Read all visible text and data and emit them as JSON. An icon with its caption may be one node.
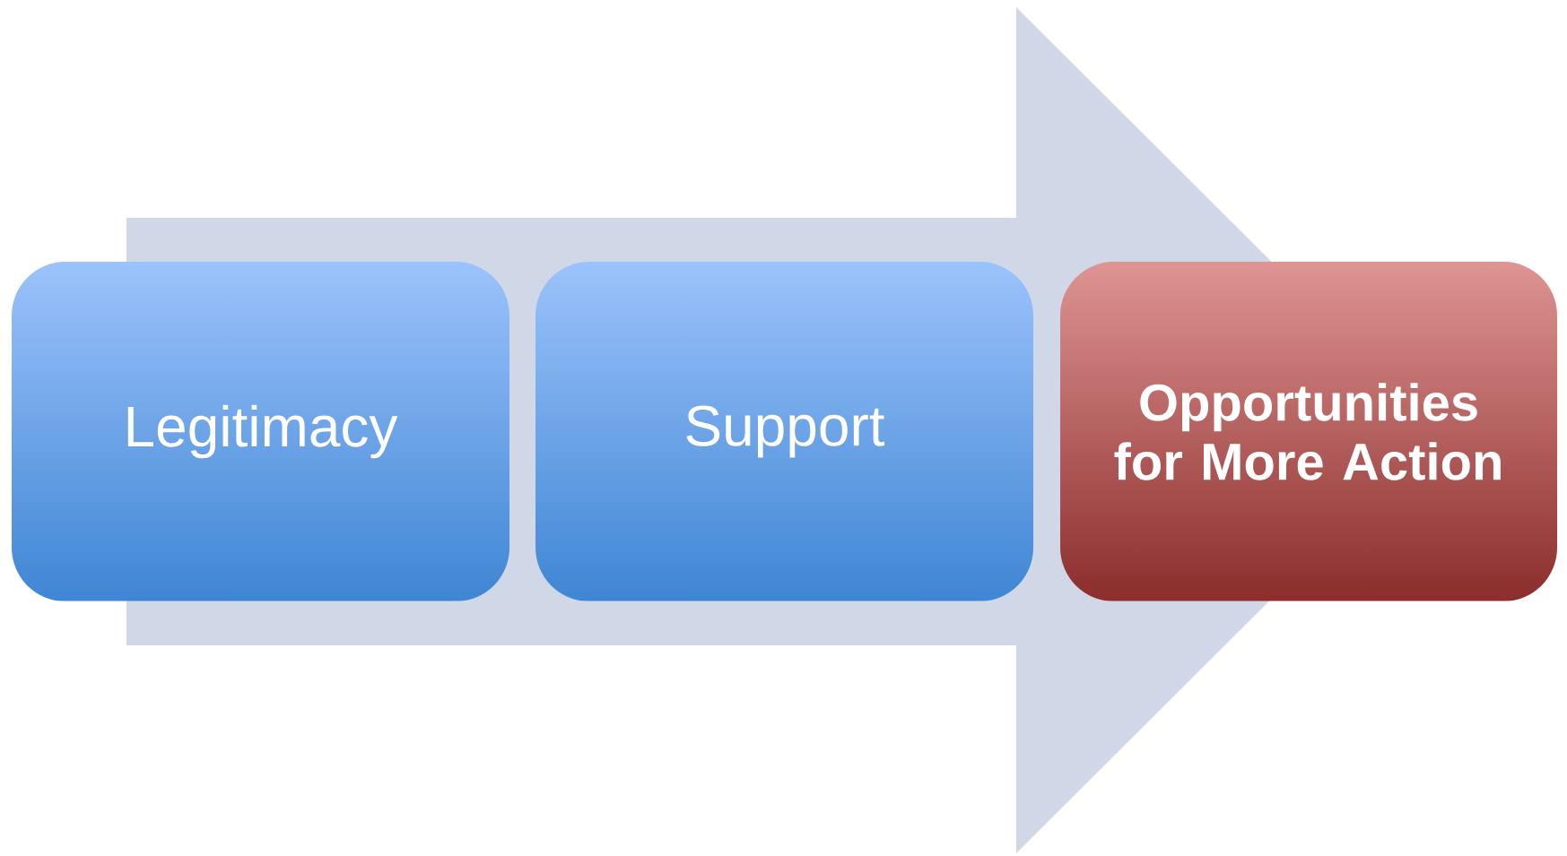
{
  "diagram": {
    "nodes": [
      {
        "text": [
          "Legitimacy"
        ]
      },
      {
        "text": [
          "Support"
        ]
      },
      {
        "text": [
          "Opportunities for More Action"
        ]
      }
    ],
    "edges": [
      {
        "from": 0,
        "to": 2,
        "arrow": "to"
      }
    ]
  }
}
